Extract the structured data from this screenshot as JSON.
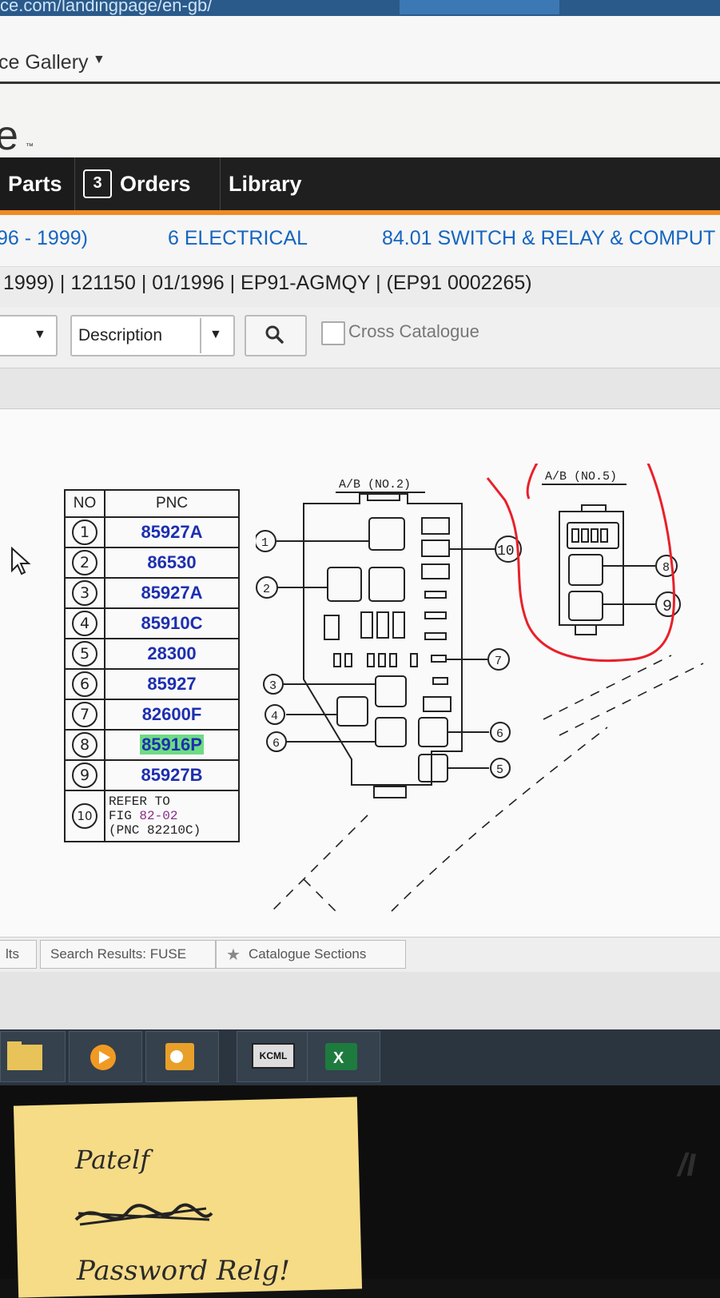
{
  "browser": {
    "url_fragment": "ce.com/landingpage/en-gb/"
  },
  "gallery": {
    "label": "ce Gallery"
  },
  "logo": {
    "text": "e",
    "mark": "™"
  },
  "nav": {
    "parts_label": "Parts",
    "orders_badge": "3",
    "orders_label": "Orders",
    "library_label": "Library"
  },
  "breadcrumb": {
    "years": "96 - 1999)",
    "section": "6 ELECTRICAL",
    "group": "84.01 SWITCH & RELAY & COMPUT"
  },
  "vehicle_info": "1999) | 121150   | 01/1996 | EP91-AGMQY | (EP91 0002265)",
  "search": {
    "description_label": "Description",
    "cross_catalogue_label": "Cross Catalogue"
  },
  "parts_table": {
    "header_no": "NO",
    "header_pnc": "PNC",
    "rows": [
      {
        "no": "1",
        "pnc": "85927A"
      },
      {
        "no": "2",
        "pnc": "86530"
      },
      {
        "no": "3",
        "pnc": "85927A"
      },
      {
        "no": "4",
        "pnc": "85910C"
      },
      {
        "no": "5",
        "pnc": "28300"
      },
      {
        "no": "6",
        "pnc": "85927"
      },
      {
        "no": "7",
        "pnc": "82600F"
      },
      {
        "no": "8",
        "pnc": "85916P"
      },
      {
        "no": "9",
        "pnc": "85927B"
      }
    ],
    "row10": {
      "no": "10",
      "refer": "REFER TO",
      "fig_prefix": "FIG ",
      "fig_link": "82-02",
      "pnc_note": "(PNC 82210C)"
    }
  },
  "diagram": {
    "box_a_label": "A/B  (NO.2)",
    "box_b_label": "A/B  (NO.5)",
    "callouts": [
      "1",
      "2",
      "3",
      "4",
      "6",
      "10",
      "7",
      "6",
      "5",
      "8",
      "9"
    ]
  },
  "bottom_tabs": {
    "tab1": "lts",
    "tab2": "Search Results: FUSE",
    "tab3": "Catalogue Sections"
  },
  "taskbar": {
    "kcml_label": "KCML"
  },
  "sticky_note": {
    "line1": "Patelf",
    "line3": "Password Relg!"
  },
  "monitor_logo": "/I",
  "colors": {
    "accent_orange": "#f08a24",
    "link_blue": "#1565c0",
    "pnc_blue": "#1d2fb0",
    "highlight_green": "#6ddb83",
    "annotation_red": "#e8202a",
    "nav_dark": "#1f1f1f"
  }
}
